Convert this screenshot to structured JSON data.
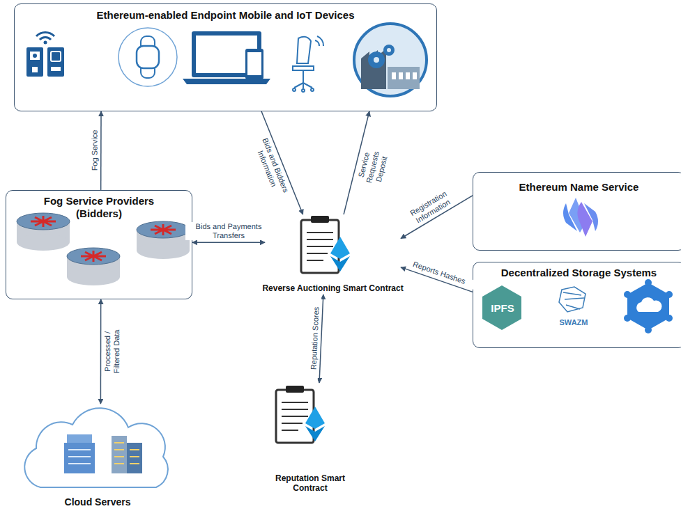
{
  "diagram": {
    "nodes": [
      {
        "text": [
          "Ethereum-enabled Endpoint Mobile and IoT Devices"
        ]
      },
      {
        "text": [
          "Fog Service Providers (Bidders)"
        ]
      },
      {
        "text": [
          "Reverse Auctioning Smart Contract"
        ]
      },
      {
        "text": [
          "Ethereum Name Service"
        ]
      },
      {
        "text": [
          "Decentralized Storage Systems",
          "IPFS",
          "SWAZM"
        ]
      },
      {
        "text": [
          "Reputation Smart Contract"
        ]
      },
      {
        "text": [
          "Cloud Servers"
        ]
      }
    ],
    "edges": [
      {
        "from": 1,
        "to": 0,
        "label": "Fog Service",
        "arrow": "to"
      },
      {
        "from": 0,
        "to": 2,
        "label": "Bids and Bidders Information",
        "arrow": "to"
      },
      {
        "from": 2,
        "to": 0,
        "label": "Service Requests Deposit",
        "arrow": "to"
      },
      {
        "from": 1,
        "to": 2,
        "label": "Bids and Payments Transfers",
        "arrow": "both"
      },
      {
        "from": 3,
        "to": 2,
        "label": "Registration Information",
        "arrow": "to"
      },
      {
        "from": 4,
        "to": 2,
        "label": "Reports Hashes",
        "arrow": "to"
      },
      {
        "from": 2,
        "to": 5,
        "label": "Reputation Scores",
        "arrow": "both"
      },
      {
        "from": 1,
        "to": 6,
        "label": "Processed / Filtered Data",
        "arrow": "both"
      }
    ]
  }
}
